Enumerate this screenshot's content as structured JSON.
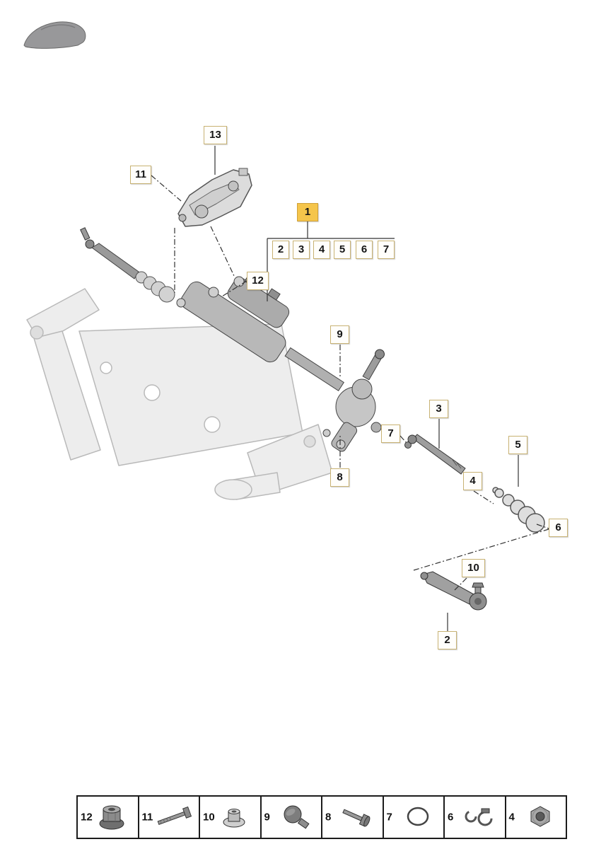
{
  "diagram": {
    "description": "exploded-parts-diagram-steering-gear",
    "callouts": {
      "c1": "1",
      "c2": "2",
      "c3": "3",
      "c4": "4",
      "c5": "5",
      "c6": "6",
      "c7": "7",
      "c8": "8",
      "c9": "9",
      "c10": "10",
      "c11": "11",
      "c12": "12",
      "c13": "13",
      "group_row": [
        "2",
        "3",
        "4",
        "5",
        "6",
        "7"
      ]
    },
    "colors": {
      "highlight_bg": "#f5c54b",
      "callout_border": "#c8b273",
      "drawing_gray": "#9a9a9a",
      "subframe_gray": "#ededed"
    }
  },
  "legend": {
    "items": [
      {
        "num": "12",
        "icon": "flange-nut"
      },
      {
        "num": "11",
        "icon": "long-bolt"
      },
      {
        "num": "10",
        "icon": "collar-nut"
      },
      {
        "num": "9",
        "icon": "screw-plug"
      },
      {
        "num": "8",
        "icon": "hex-bolt"
      },
      {
        "num": "7",
        "icon": "o-ring"
      },
      {
        "num": "6",
        "icon": "hose-clamp"
      },
      {
        "num": "4",
        "icon": "hex-nut"
      }
    ]
  }
}
